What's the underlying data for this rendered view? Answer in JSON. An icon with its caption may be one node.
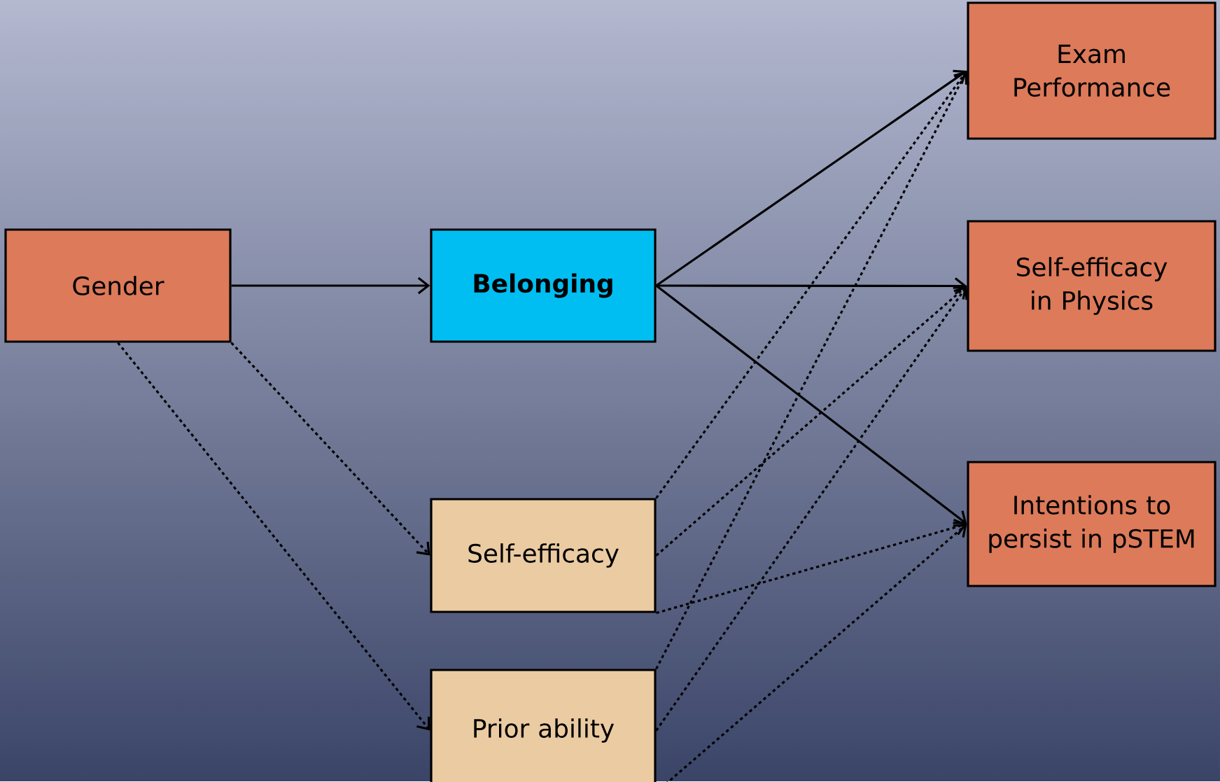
{
  "diagram": {
    "nodes": [
      {
        "text": [
          "Gender"
        ]
      },
      {
        "text": [
          "Belonging"
        ]
      },
      {
        "text": [
          "Self-efficacy"
        ]
      },
      {
        "text": [
          "Prior ability"
        ]
      },
      {
        "text": [
          "Exam Performance"
        ]
      },
      {
        "text": [
          "Self-efficacy in Physics"
        ]
      },
      {
        "text": [
          "Intentions to persist in pSTEM"
        ]
      }
    ],
    "edges": [
      {
        "from": 0,
        "to": 1,
        "arrow": "to"
      },
      {
        "from": 0,
        "to": 2,
        "arrow": "to",
        "style": "dashed"
      },
      {
        "from": 0,
        "to": 3,
        "arrow": "to",
        "style": "dashed"
      },
      {
        "from": 1,
        "to": 4,
        "arrow": "to"
      },
      {
        "from": 1,
        "to": 5,
        "arrow": "to"
      },
      {
        "from": 1,
        "to": 6,
        "arrow": "to"
      },
      {
        "from": 2,
        "to": 4,
        "arrow": "to",
        "style": "dashed"
      },
      {
        "from": 2,
        "to": 5,
        "arrow": "to",
        "style": "dashed"
      },
      {
        "from": 2,
        "to": 6,
        "arrow": "to",
        "style": "dashed"
      },
      {
        "from": 3,
        "to": 4,
        "arrow": "to",
        "style": "dashed"
      },
      {
        "from": 3,
        "to": 5,
        "arrow": "to",
        "style": "dashed"
      },
      {
        "from": 3,
        "to": 6,
        "arrow": "to",
        "style": "dashed"
      }
    ]
  }
}
